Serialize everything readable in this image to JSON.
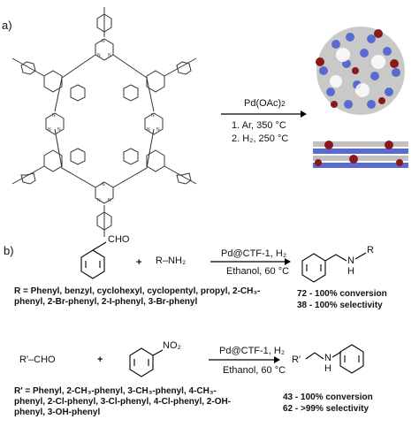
{
  "panels": {
    "a_label": "a)",
    "b_label": "b)"
  },
  "panel_a": {
    "reagent": "Pd(OAc)",
    "reagent_sub": "2",
    "step1": "1.  Ar, 350 °C",
    "step2": "2.  H₂, 250 °C",
    "framework_atoms": [
      "N",
      "N",
      "N"
    ],
    "colors": {
      "carbon": "#b8b8b8",
      "nitrogen": "#5566cc",
      "palladium": "#8a1a1a",
      "bond": "#444444"
    }
  },
  "reaction1": {
    "aldehyde_group": "CHO",
    "plus": "+",
    "amine": "R–NH₂",
    "catalyst": "Pd@CTF-1, H₂",
    "solvent": "Ethanol, 60 °C",
    "product_nh": "N",
    "product_h": "H",
    "product_r": "R",
    "r_groups": "R = Phenyl, benzyl, cyclohexyl, cyclopentyl, propyl, 2-CH₃-phenyl, 2-Br-phenyl, 2-I-phenyl, 3-Br-phenyl",
    "conversion": "72 - 100% conversion",
    "selectivity": "38 - 100% selectivity"
  },
  "reaction2": {
    "aldehyde": "R′–CHO",
    "plus": "+",
    "nitro": "NO₂",
    "catalyst": "Pd@CTF-1, H₂",
    "solvent": "Ethanol, 60 °C",
    "product_r": "R′",
    "product_nh": "N",
    "product_h": "H",
    "r_groups": "R′ = Phenyl, 2-CH₃-phenyl, 3-CH₃-phenyl, 4-CH₃-phenyl, 2-Cl-phenyl, 3-Cl-phenyl, 4-Cl-phenyl, 2-OH-phenyl, 3-OH-phenyl",
    "conversion": "43 - 100% conversion",
    "selectivity": "62 - >99% selectivity"
  }
}
